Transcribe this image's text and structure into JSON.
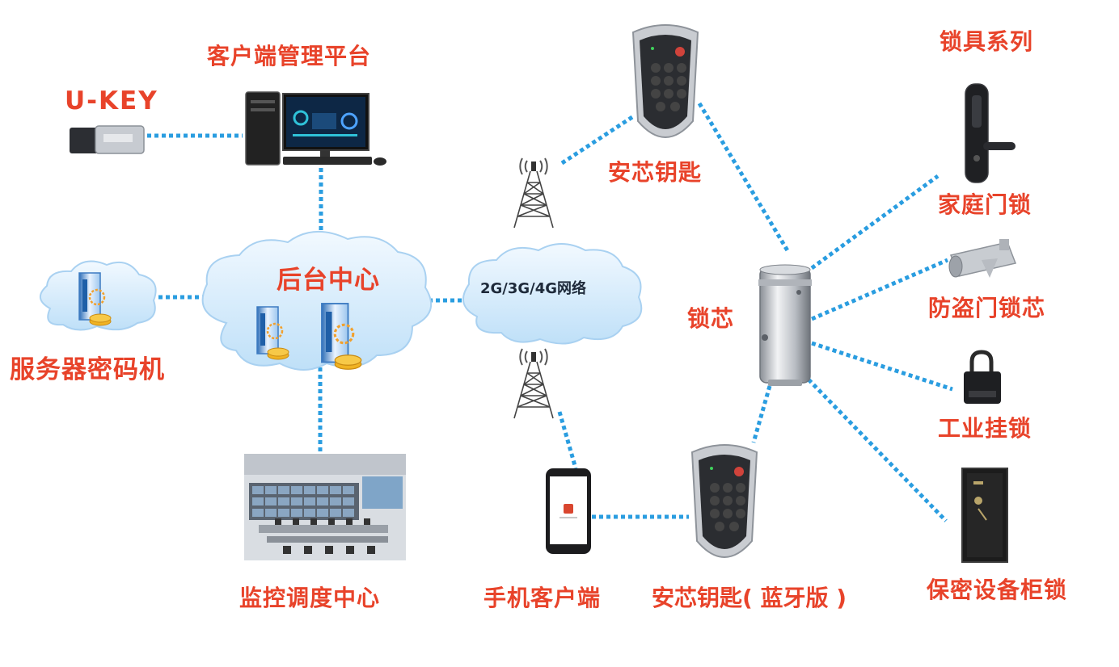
{
  "labels": {
    "ukey": "U-KEY",
    "client_platform": "客户端管理平台",
    "backend_center": "后台中心",
    "server_crypto": "服务器密码机",
    "monitor_center": "监控调度中心",
    "network": "2G/3G/4G网络",
    "safe_key": "安芯钥匙",
    "mobile_client": "手机客户端",
    "safe_key_bt": "安芯钥匙( 蓝牙版 )",
    "lock_core": "锁芯",
    "lock_series": "锁具系列",
    "home_lock": "家庭门锁",
    "anti_theft_core": "防盗门锁芯",
    "industrial_padlock": "工业挂锁",
    "secure_cabinet_lock": "保密设备柜锁"
  },
  "colors": {
    "label": "#e8432a",
    "link": "#2a9de0",
    "cloud": "#cfe8fb",
    "cloud_edge": "#a9d1f1"
  },
  "icons": {
    "ukey": "usb-key-icon",
    "client_platform": "desktop-computer-icon",
    "server": "server-icon",
    "tower": "cell-tower-icon",
    "remote": "keypad-remote-icon",
    "phone": "smartphone-icon",
    "lock_core": "lock-cylinder-icon",
    "home_lock": "door-lock-icon",
    "anti_theft_core": "euro-cylinder-icon",
    "padlock": "padlock-icon",
    "cabinet": "safe-cabinet-icon",
    "monitor": "control-room-icon"
  }
}
